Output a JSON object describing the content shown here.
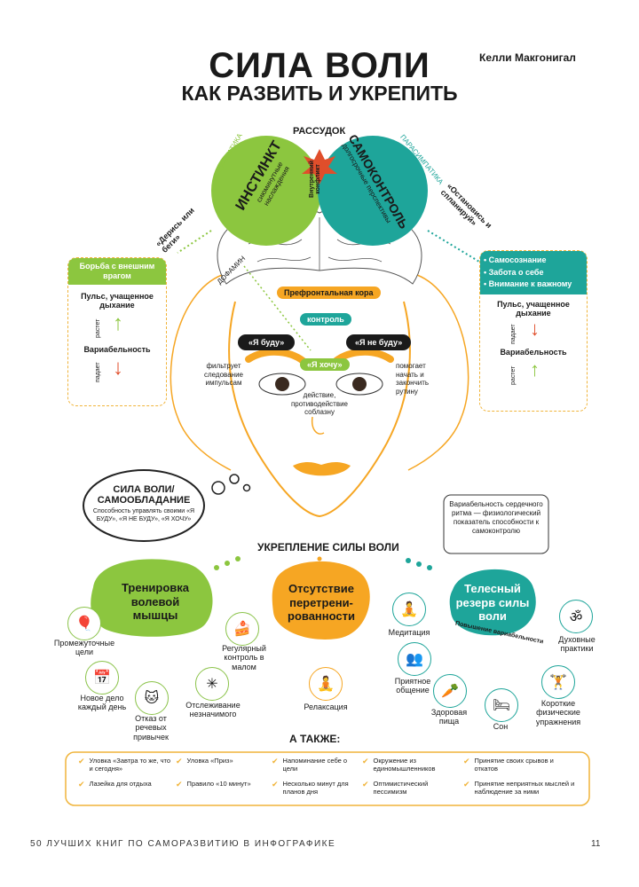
{
  "header": {
    "title": "СИЛА ВОЛИ",
    "subtitle": "КАК РАЗВИТЬ И УКРЕПИТЬ",
    "author": "Келли Макгонигал"
  },
  "brain": {
    "reason_label": "РАССУДОК",
    "sympathetic": "СИМПАТИКА",
    "parasympathetic": "ПАРАСИМПАТИКА",
    "instinct_title": "ИНСТИНКТ",
    "instinct_sub": "сиюминутные наслаждения",
    "selfcontrol_title": "САМОКОНТРОЛЬ",
    "selfcontrol_sub": "долгосрочные перспективы",
    "conflict": "Внутренний конфликт",
    "fight_or_flight": "«Дерись или беги»",
    "stop_and_plan": "«Остановись и спланируй»",
    "dopamine": "ДОФАМИН",
    "prefrontal": "Префронтальная кора",
    "control": "контроль",
    "will_do": "«Я буду»",
    "wont_do": "«Я не буду»",
    "want": "«Я хочу»",
    "filters": "фильтрует следование импульсам",
    "helps": "помогает начать и закончить рутину",
    "action": "действие, противодействие соблазну"
  },
  "left_card": {
    "head": "Борьба с внешним врагом",
    "pulse": "Пульс, учащенное дыхание",
    "grows": "растет",
    "variability": "Вариабельность",
    "falls": "падает"
  },
  "right_card": {
    "items": [
      "Самосознание",
      "Забота о себе",
      "Внимание к важному"
    ],
    "pulse": "Пульс, учащенное дыхание",
    "falls": "падает",
    "variability": "Вариабельность",
    "grows": "растет"
  },
  "willpower_bubble": {
    "title": "СИЛА ВОЛИ/ САМООБЛАДАНИЕ",
    "text": "Способность управлять своими «Я БУДУ», «Я НЕ БУДУ», «Я ХОЧУ»"
  },
  "hrv_bubble": {
    "text": "Вариабельность сердечного ритма — физиологический показатель способности к самоконтролю"
  },
  "strengthen": {
    "title": "УКРЕПЛЕНИЕ СИЛЫ ВОЛИ",
    "training": "Тренировка волевой мышцы",
    "no_overtrain": "Отсутствие перетрени-рованности",
    "body_reserve": "Телесный резерв силы воли",
    "variability_up": "Повышение вариабельности",
    "training_items": [
      "Промежуточные цели",
      "Новое дело каждый день",
      "Отказ от речевых привычек",
      "Отслеживание незначимого",
      "Регулярный контроль в малом"
    ],
    "relax": "Релаксация",
    "body_items": [
      "Медитация",
      "Приятное общение",
      "Здоровая пища",
      "Сон",
      "Короткие физические упражнения",
      "Духовные практики"
    ]
  },
  "also": {
    "title": "А ТАКЖЕ:",
    "items": [
      "Уловка «Завтра то же, что и сегодня»",
      "Уловка «Приз»",
      "Напоминание себе о цели",
      "Окружение из единомышленников",
      "Принятие своих срывов и откатов",
      "Лазейка для отдыха",
      "Правило «10 минут»",
      "Несколько минут для планов дня",
      "Оптимистический пессимизм",
      "Принятие неприятных мыслей и наблюдение за ними"
    ]
  },
  "footer": {
    "text": "50 ЛУЧШИХ КНИГ ПО САМОРАЗВИТИЮ В ИНФОГРАФИКЕ",
    "page": "11"
  },
  "colors": {
    "green": "#8cc63f",
    "teal": "#1ea59a",
    "orange": "#f6a623",
    "dark": "#1a1a1a",
    "red": "#e04e2b"
  }
}
